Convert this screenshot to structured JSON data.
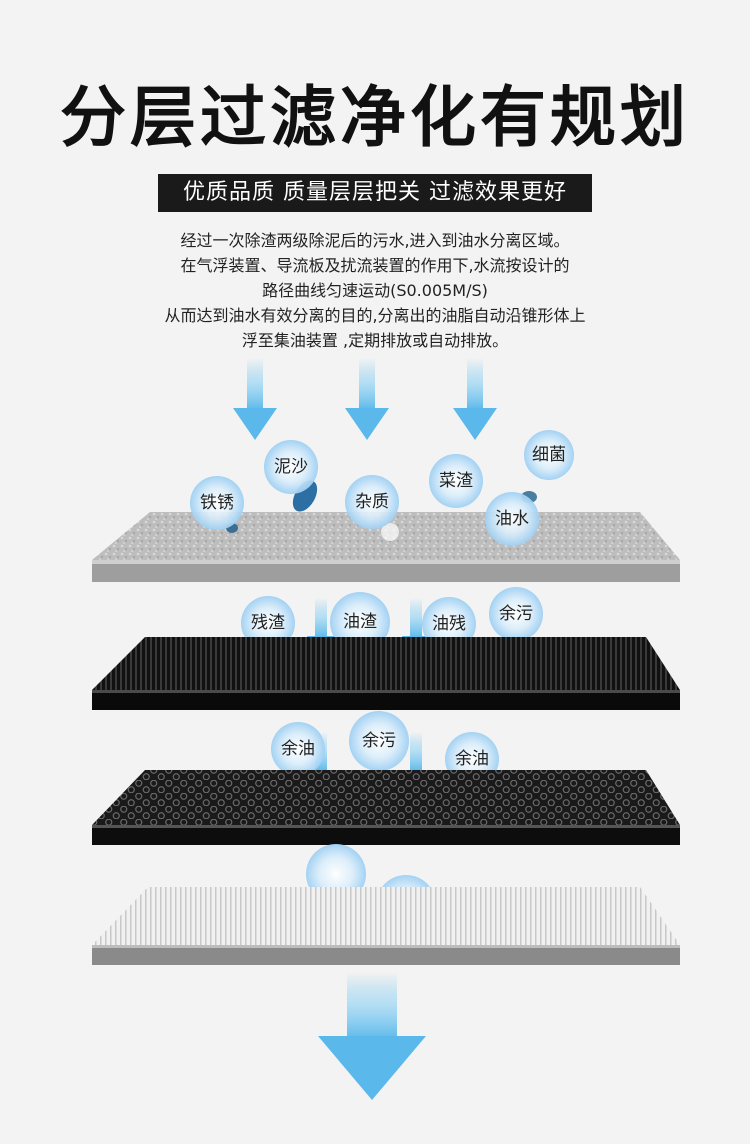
{
  "title": "分层过滤净化有规划",
  "subtitle": "优质品质 质量层层把关 过滤效果更好",
  "description": [
    "经过一次除渣两级除泥后的污水,进入到油水分离区域。",
    "在气浮装置、导流板及扰流装置的作用下,水流按设计的",
    "路径曲线匀速运动(S0.005M/S)",
    "从而达到油水有效分离的目的,分离出的油脂自动沿锥形体上",
    "浮至集油装置 ,定期排放或自动排放。"
  ],
  "layer1_labels": [
    "泥沙",
    "铁锈",
    "杂质",
    "菜渣",
    "细菌",
    "油水"
  ],
  "layer2_labels": [
    "残渣",
    "油渣",
    "油残",
    "余污"
  ],
  "layer3_labels": [
    "余油",
    "余污",
    "余油"
  ],
  "colors": {
    "arrow": "#6ec3ee",
    "bubble": "#9fd0f3",
    "title": "#111111",
    "bar": "#1a1a1a"
  }
}
